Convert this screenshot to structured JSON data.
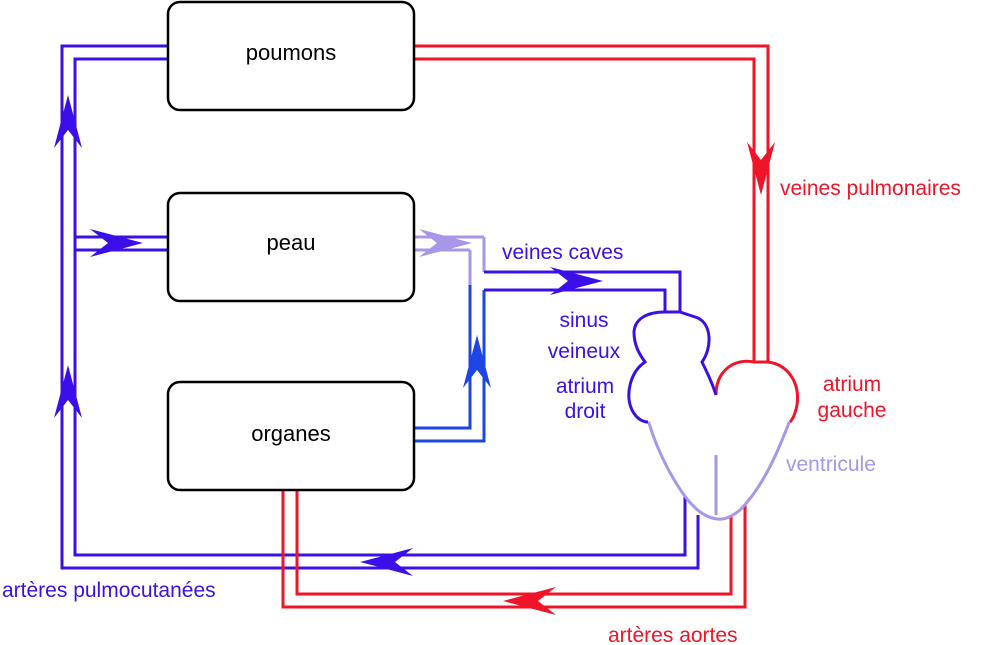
{
  "boxes": {
    "lungs": "poumons",
    "skin": "peau",
    "organs": "organes"
  },
  "labels": {
    "pulmonary_veins": "veines pulmonaires",
    "venae_cavae": "veines caves",
    "sinus_line1": "sinus",
    "sinus_line2": "veineux",
    "right_atrium_line1": "atrium",
    "right_atrium_line2": "droit",
    "left_atrium_line1": "atrium",
    "left_atrium_line2": "gauche",
    "ventricle": "ventricule",
    "pulmocutaneous_arteries": "artères pulmocutanées",
    "aortic_arteries": "artères aortes"
  },
  "colors": {
    "deoxygenated": "#3b10e8",
    "oxygenated": "#f01428",
    "mixed": "#a896e8",
    "venous_blue": "#1e46e6",
    "box_stroke": "#000000"
  }
}
